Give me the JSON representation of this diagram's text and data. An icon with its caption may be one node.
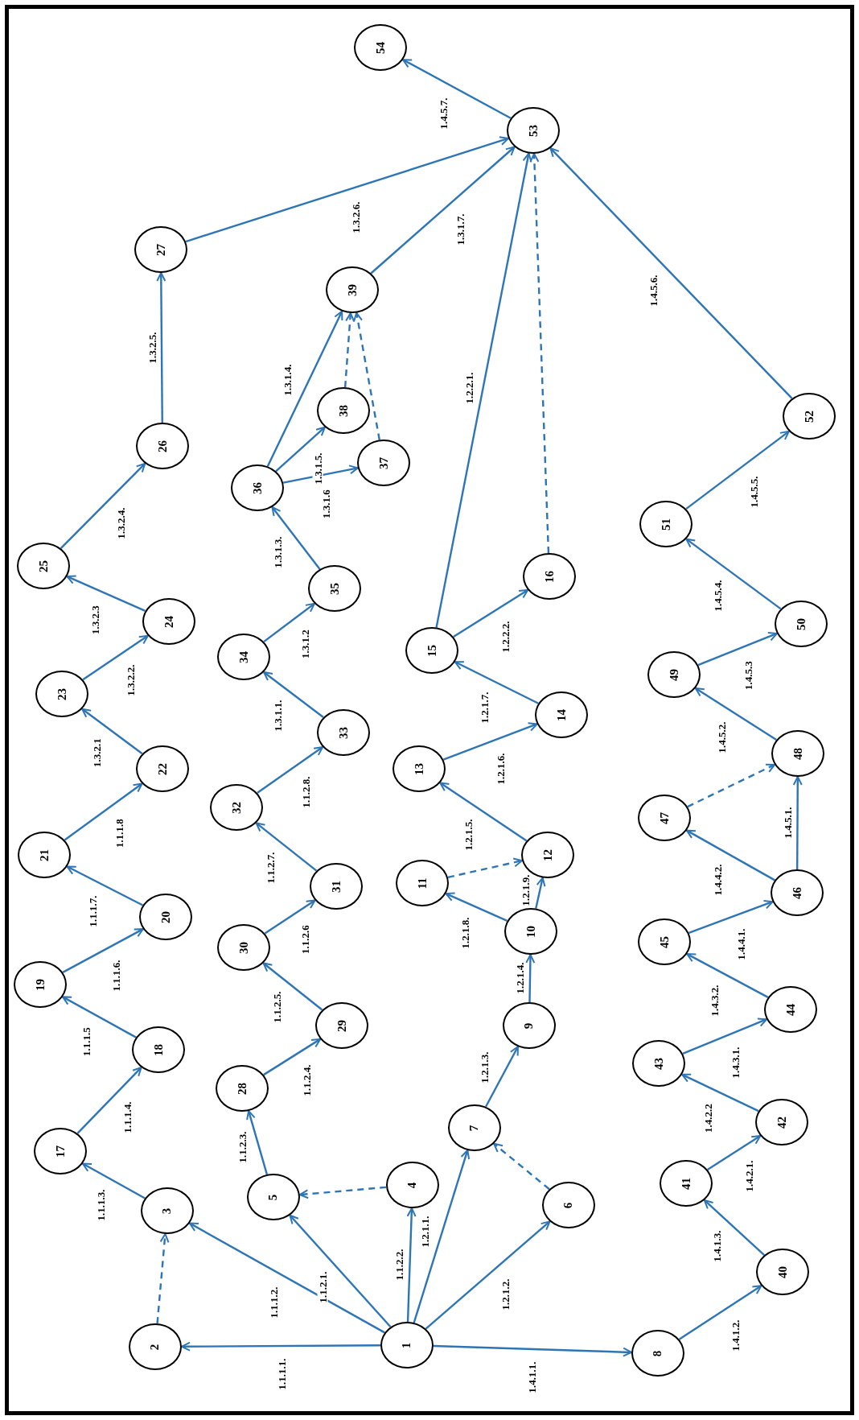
{
  "diagram": {
    "nodes": [
      {
        "text": [
          "1"
        ]
      },
      {
        "text": [
          "2"
        ]
      },
      {
        "text": [
          "3"
        ]
      },
      {
        "text": [
          "4"
        ]
      },
      {
        "text": [
          "5"
        ]
      },
      {
        "text": [
          "6"
        ]
      },
      {
        "text": [
          "7"
        ]
      },
      {
        "text": [
          "8"
        ]
      },
      {
        "text": [
          "9"
        ]
      },
      {
        "text": [
          "10"
        ]
      },
      {
        "text": [
          "11"
        ]
      },
      {
        "text": [
          "12"
        ]
      },
      {
        "text": [
          "13"
        ]
      },
      {
        "text": [
          "14"
        ]
      },
      {
        "text": [
          "15"
        ]
      },
      {
        "text": [
          "16"
        ]
      },
      {
        "text": [
          "17"
        ]
      },
      {
        "text": [
          "18"
        ]
      },
      {
        "text": [
          "19"
        ]
      },
      {
        "text": [
          "20"
        ]
      },
      {
        "text": [
          "21"
        ]
      },
      {
        "text": [
          "22"
        ]
      },
      {
        "text": [
          "23"
        ]
      },
      {
        "text": [
          "24"
        ]
      },
      {
        "text": [
          "25"
        ]
      },
      {
        "text": [
          "26"
        ]
      },
      {
        "text": [
          "27"
        ]
      },
      {
        "text": [
          "28"
        ]
      },
      {
        "text": [
          "29"
        ]
      },
      {
        "text": [
          "30"
        ]
      },
      {
        "text": [
          "31"
        ]
      },
      {
        "text": [
          "32"
        ]
      },
      {
        "text": [
          "33"
        ]
      },
      {
        "text": [
          "34"
        ]
      },
      {
        "text": [
          "35"
        ]
      },
      {
        "text": [
          "36"
        ]
      },
      {
        "text": [
          "37"
        ]
      },
      {
        "text": [
          "38"
        ]
      },
      {
        "text": [
          "39"
        ]
      },
      {
        "text": [
          "40"
        ]
      },
      {
        "text": [
          "41"
        ]
      },
      {
        "text": [
          "42"
        ]
      },
      {
        "text": [
          "43"
        ]
      },
      {
        "text": [
          "44"
        ]
      },
      {
        "text": [
          "45"
        ]
      },
      {
        "text": [
          "46"
        ]
      },
      {
        "text": [
          "47"
        ]
      },
      {
        "text": [
          "48"
        ]
      },
      {
        "text": [
          "49"
        ]
      },
      {
        "text": [
          "50"
        ]
      },
      {
        "text": [
          "51"
        ]
      },
      {
        "text": [
          "52"
        ]
      },
      {
        "text": [
          "53"
        ]
      },
      {
        "text": [
          "54"
        ]
      }
    ],
    "edges": [
      {
        "from": 0,
        "to": 1,
        "arrow": "to",
        "label": "1.1.1.1."
      },
      {
        "from": 1,
        "to": 2,
        "arrow": "to",
        "style": "dashed"
      },
      {
        "from": 0,
        "to": 2,
        "arrow": "to",
        "label": "1.1.1.2."
      },
      {
        "from": 2,
        "to": 16,
        "arrow": "to",
        "label": "1.1.1.3."
      },
      {
        "from": 16,
        "to": 17,
        "arrow": "to",
        "label": "1.1.1.4."
      },
      {
        "from": 17,
        "to": 18,
        "arrow": "to",
        "label": "1.1.1.5"
      },
      {
        "from": 18,
        "to": 19,
        "arrow": "to",
        "label": "1.1.1.6."
      },
      {
        "from": 19,
        "to": 20,
        "arrow": "to",
        "label": "1.1.1.7."
      },
      {
        "from": 20,
        "to": 21,
        "arrow": "to",
        "label": "1.1.1.8"
      },
      {
        "from": 0,
        "to": 4,
        "arrow": "to",
        "label": "1.1.2.1."
      },
      {
        "from": 0,
        "to": 3,
        "arrow": "to",
        "label": "1.1.2.2."
      },
      {
        "from": 3,
        "to": 4,
        "arrow": "to",
        "style": "dashed"
      },
      {
        "from": 4,
        "to": 27,
        "arrow": "to",
        "label": "1.1.2.3."
      },
      {
        "from": 27,
        "to": 28,
        "arrow": "to",
        "label": "1.1.2.4."
      },
      {
        "from": 28,
        "to": 29,
        "arrow": "to",
        "label": "1.1.2.5."
      },
      {
        "from": 29,
        "to": 30,
        "arrow": "to",
        "label": "1.1.2.6"
      },
      {
        "from": 30,
        "to": 31,
        "arrow": "to",
        "label": "1.1.2.7."
      },
      {
        "from": 31,
        "to": 32,
        "arrow": "to",
        "label": "1.1.2.8."
      },
      {
        "from": 0,
        "to": 6,
        "arrow": "to",
        "label": "1.2.1.1."
      },
      {
        "from": 0,
        "to": 5,
        "arrow": "to",
        "label": "1.2.1.2."
      },
      {
        "from": 5,
        "to": 6,
        "arrow": "to",
        "style": "dashed"
      },
      {
        "from": 6,
        "to": 8,
        "arrow": "to",
        "label": "1.2.1.3."
      },
      {
        "from": 8,
        "to": 9,
        "arrow": "to",
        "label": "1.2.1.4."
      },
      {
        "from": 9,
        "to": 10,
        "arrow": "to",
        "label": "1.2.1.8."
      },
      {
        "from": 9,
        "to": 11,
        "arrow": "to",
        "label": "1.2.1.9."
      },
      {
        "from": 10,
        "to": 11,
        "arrow": "to",
        "style": "dashed"
      },
      {
        "from": 11,
        "to": 12,
        "arrow": "to",
        "label": "1.2.1.5."
      },
      {
        "from": 12,
        "to": 13,
        "arrow": "to",
        "label": "1.2.1.6."
      },
      {
        "from": 13,
        "to": 14,
        "arrow": "to",
        "label": "1.2.1.7."
      },
      {
        "from": 14,
        "to": 15,
        "arrow": "to",
        "label": "1.2.2.2."
      },
      {
        "from": 14,
        "to": 52,
        "arrow": "to",
        "label": "1.2.2.1."
      },
      {
        "from": 15,
        "to": 52,
        "arrow": "to",
        "style": "dashed"
      },
      {
        "from": 21,
        "to": 22,
        "arrow": "to",
        "label": "1.3.2.1"
      },
      {
        "from": 22,
        "to": 23,
        "arrow": "to",
        "label": "1.3.2.2."
      },
      {
        "from": 23,
        "to": 24,
        "arrow": "to",
        "label": "1.3.2.3"
      },
      {
        "from": 24,
        "to": 25,
        "arrow": "to",
        "label": "1.3.2.4."
      },
      {
        "from": 25,
        "to": 26,
        "arrow": "to",
        "label": "1.3.2.5."
      },
      {
        "from": 26,
        "to": 52,
        "arrow": "to",
        "label": "1.3.2.6."
      },
      {
        "from": 32,
        "to": 33,
        "arrow": "to",
        "label": "1.3.1.1."
      },
      {
        "from": 33,
        "to": 34,
        "arrow": "to",
        "label": "1.3.1.2"
      },
      {
        "from": 34,
        "to": 35,
        "arrow": "to",
        "label": "1.3.1.3."
      },
      {
        "from": 35,
        "to": 38,
        "arrow": "to",
        "label": "1.3.1.4."
      },
      {
        "from": 35,
        "to": 37,
        "arrow": "to",
        "label": "1.3.1.5."
      },
      {
        "from": 35,
        "to": 36,
        "arrow": "to",
        "label": "1.3.1.6"
      },
      {
        "from": 37,
        "to": 38,
        "arrow": "to",
        "style": "dashed"
      },
      {
        "from": 36,
        "to": 38,
        "arrow": "to",
        "style": "dashed"
      },
      {
        "from": 38,
        "to": 52,
        "arrow": "to",
        "label": "1.3.1.7."
      },
      {
        "from": 0,
        "to": 7,
        "arrow": "to",
        "label": "1.4.1.1."
      },
      {
        "from": 7,
        "to": 39,
        "arrow": "to",
        "label": "1.4.1.2."
      },
      {
        "from": 39,
        "to": 40,
        "arrow": "to",
        "label": "1.4.1.3."
      },
      {
        "from": 40,
        "to": 41,
        "arrow": "to",
        "label": "1.4.2.1."
      },
      {
        "from": 41,
        "to": 42,
        "arrow": "to",
        "label": "1.4.2.2"
      },
      {
        "from": 42,
        "to": 43,
        "arrow": "to",
        "label": "1.4.3.1."
      },
      {
        "from": 43,
        "to": 44,
        "arrow": "to",
        "label": "1.4.3.2."
      },
      {
        "from": 44,
        "to": 45,
        "arrow": "to",
        "label": "1.4.4.1."
      },
      {
        "from": 45,
        "to": 46,
        "arrow": "to",
        "label": "1.4.4.2."
      },
      {
        "from": 45,
        "to": 47,
        "arrow": "to",
        "label": "1.4.5.1."
      },
      {
        "from": 46,
        "to": 47,
        "arrow": "to",
        "style": "dashed"
      },
      {
        "from": 47,
        "to": 48,
        "arrow": "to",
        "label": "1.4.5.2."
      },
      {
        "from": 48,
        "to": 49,
        "arrow": "to",
        "label": "1.4.5.3"
      },
      {
        "from": 49,
        "to": 50,
        "arrow": "to",
        "label": "1.4.5.4."
      },
      {
        "from": 50,
        "to": 51,
        "arrow": "to",
        "label": "1.4.5.5."
      },
      {
        "from": 51,
        "to": 52,
        "arrow": "to",
        "label": "1.4.5.6."
      },
      {
        "from": 52,
        "to": 53,
        "arrow": "to",
        "label": "1.4.5.7."
      }
    ]
  }
}
